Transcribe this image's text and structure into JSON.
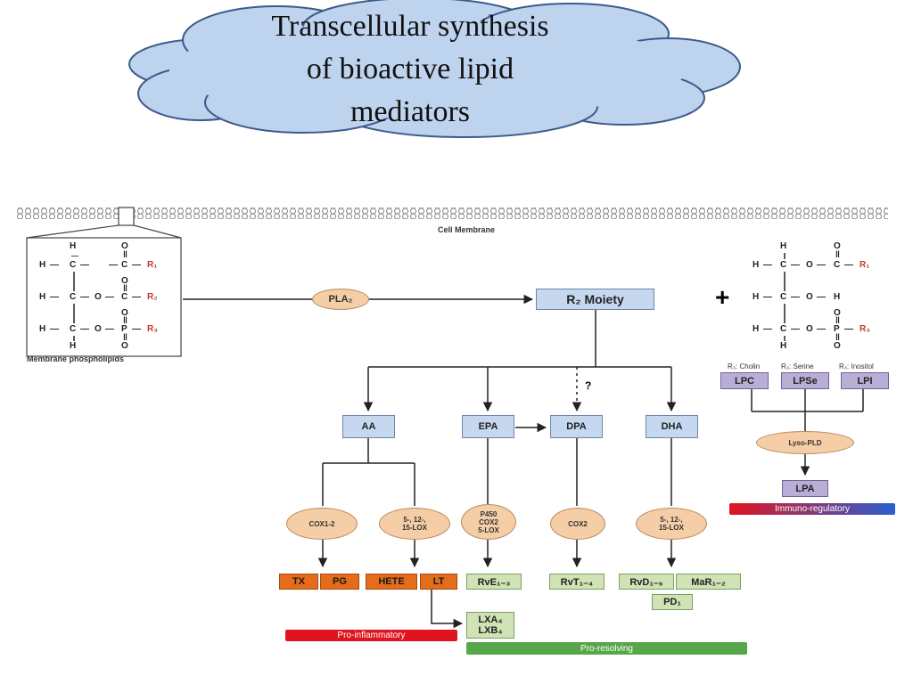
{
  "title": {
    "line1": "Transcellular synthesis",
    "line2": "of bioactive lipid",
    "line3": "mediators"
  },
  "labels": {
    "cell_membrane": "Cell Membrane",
    "membrane_phospholipids": "Membrane phospholipids",
    "question": "?",
    "plus": "+"
  },
  "nodes": {
    "pla2": "PLA₂",
    "r2_moiety": "R₂ Moiety",
    "aa": "AA",
    "epa": "EPA",
    "dpa": "DPA",
    "dha": "DHA",
    "cox12": "COX1-2",
    "lox_aa": "5-, 12-,\n15-LOX",
    "p450": "P450\nCOX2\n5-LOX",
    "cox2": "COX2",
    "lox_dha": "5-, 12-,\n15-LOX",
    "lyso_pld": "Lyso-PLD",
    "lpc": "LPC",
    "lpse": "LPSe",
    "lpi": "LPI",
    "lpa": "LPA"
  },
  "r3_labels": {
    "cholin": "R₃: Cholin",
    "serine": "R₃: Serine",
    "inositol": "R₃: Inositol"
  },
  "products": {
    "tx": "TX",
    "pg": "PG",
    "hete": "HETE",
    "lt": "LT",
    "rve": "RvE₁₋₃",
    "rvt": "RvT₁₋₄",
    "rvd": "RvD₁₋₆",
    "mar": "MaR₁₋₂",
    "pd": "PD₁",
    "lxa": "LXA₄",
    "lxb": "LXB₄"
  },
  "bars": {
    "pro_inflammatory": "Pro-inflammatory",
    "pro_resolving": "Pro-resolving",
    "immuno_regulatory": "Immuno-regulatory"
  },
  "chemistry": {
    "h": "H",
    "c": "C",
    "o": "O",
    "p": "P",
    "r1": "R₁",
    "r2": "R₂",
    "r3": "R₃",
    "bond_h": "—",
    "double_o": "‖"
  },
  "colors": {
    "cloud_fill": "#bed3ee",
    "cloud_stroke": "#3c5a8a",
    "pro_inflammatory": "#e0141e",
    "pro_resolving": "#57a64a",
    "immuno_regulatory_start": "#e0141e",
    "immuno_regulatory_end": "#2a5fcf"
  }
}
